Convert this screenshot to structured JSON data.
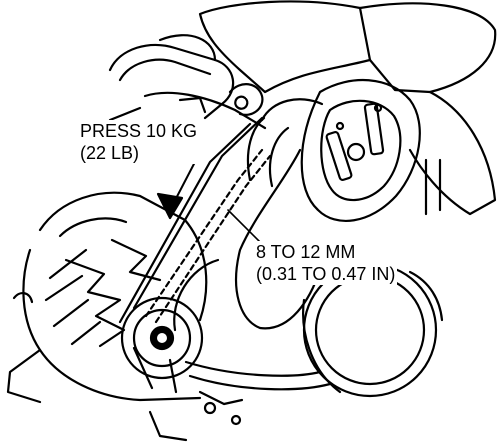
{
  "figure": {
    "ink_color": "#000000",
    "paper_color": "#ffffff"
  },
  "labels": {
    "press_force_kg": "PRESS 10 KG",
    "press_force_lb": "(22 LB)",
    "deflection_mm": "8 TO 12 MM",
    "deflection_in": "(0.31 TO 0.47 IN)"
  }
}
